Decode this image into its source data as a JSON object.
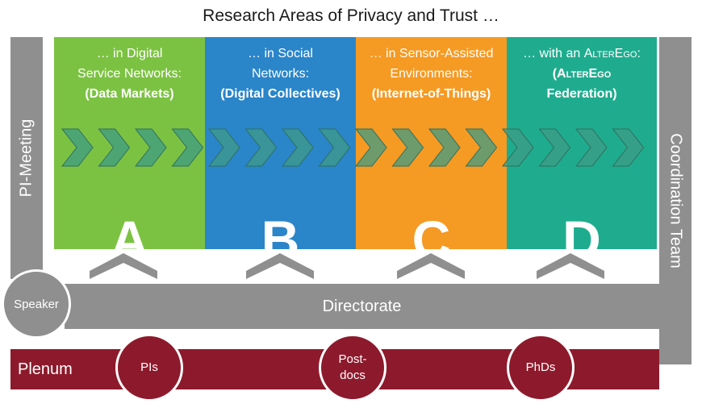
{
  "title": "Research Areas of Privacy and Trust …",
  "left_bar": {
    "label": "PI-Meeting"
  },
  "right_bar": {
    "label": "Coordination Team"
  },
  "areas": [
    {
      "letter": "A",
      "prefix": "… in Digital",
      "line2": "Service Networks:",
      "sub": "(Data Markets)",
      "color": "#7cc242"
    },
    {
      "letter": "B",
      "prefix": "… in Social",
      "line2": "Networks:",
      "sub": "(Digital Collectives)",
      "color": "#2a85c9"
    },
    {
      "letter": "C",
      "prefix": "… in Sensor-Assisted",
      "line2": "Environments:",
      "sub": "(Internet-of-Things)",
      "color": "#f59a23"
    },
    {
      "letter": "D",
      "prefix": "… with an",
      "sc1": "AlterEgo",
      "colon": ":",
      "sub_open": "(",
      "sc2": "AlterEgo",
      "sub_close": "Federation)",
      "color": "#1fac8e"
    }
  ],
  "directorate": {
    "label": "Directorate"
  },
  "speaker": {
    "label": "Speaker"
  },
  "plenum": {
    "label": "Plenum"
  },
  "plenum_members": [
    {
      "line1": "PIs"
    },
    {
      "line1": "Post-",
      "line2": "docs"
    },
    {
      "line1": "PhDs"
    }
  ],
  "colors": {
    "gray": "#8f8f8f",
    "plenum": "#8d1a2c",
    "chevron_fill": "#3f9b86",
    "chevron_stroke": "#2e6f5f"
  }
}
